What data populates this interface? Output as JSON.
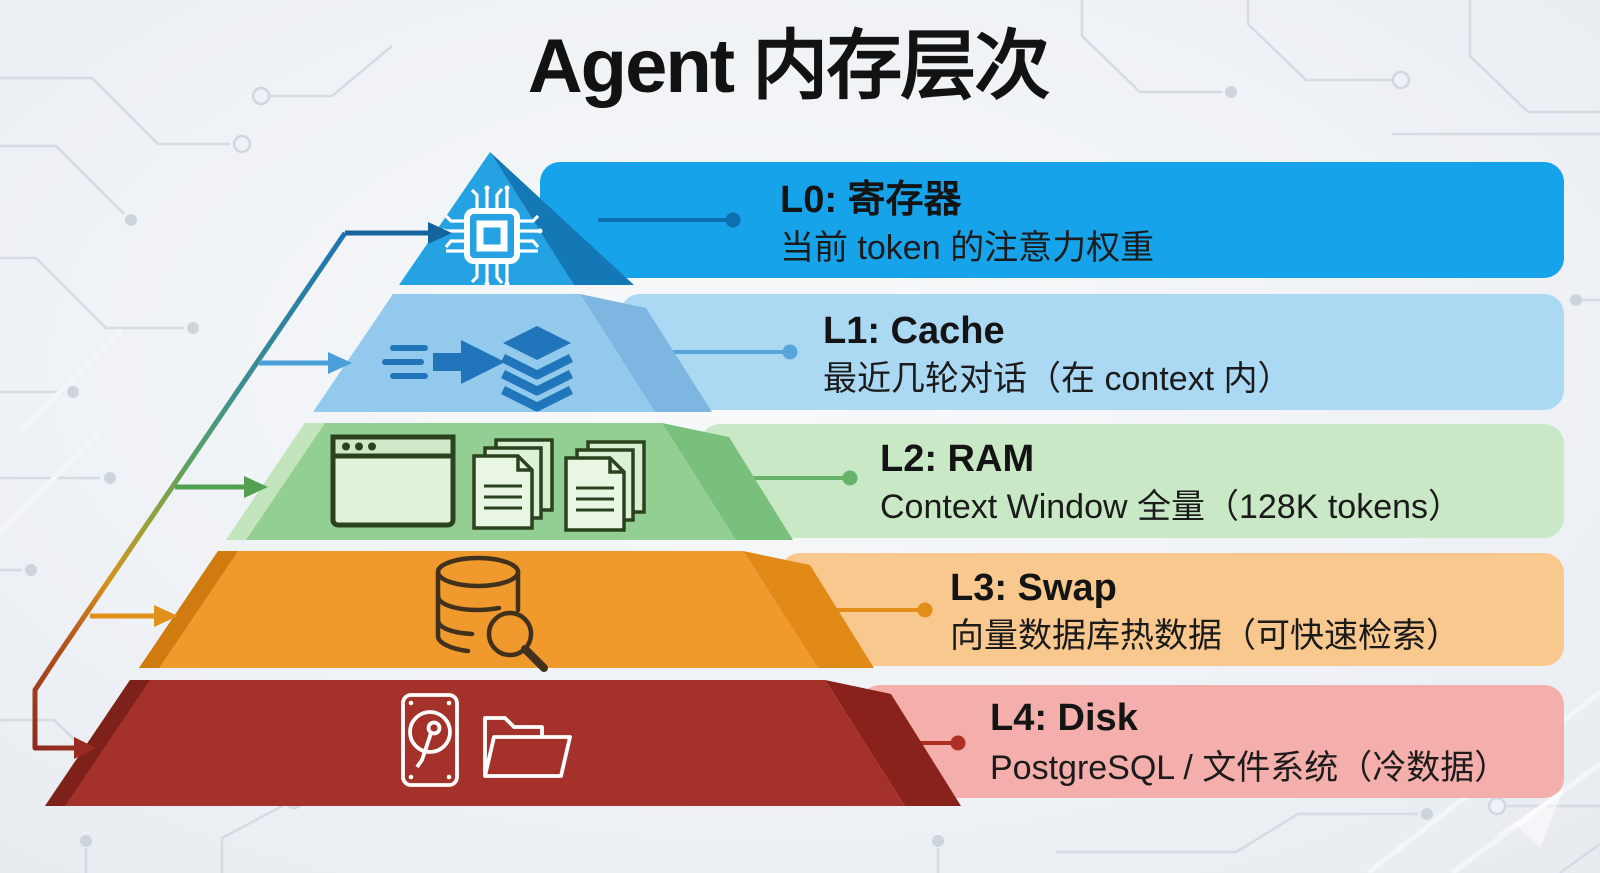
{
  "title": "Agent 内存层次",
  "levels": [
    {
      "id": "L0",
      "title": "L0: 寄存器",
      "desc": "当前 token 的注意力权重",
      "icon": "cpu-chip-icon",
      "colors": {
        "front": "#24a2e2",
        "side": "#1478b6",
        "bar": "#16a3e9",
        "connector": "#0e6eb0",
        "arrow": "#16649e"
      }
    },
    {
      "id": "L1",
      "title": "L1: Cache",
      "desc": "最近几轮对话（在 context 内）",
      "icon": "fast-arrow-stack-icon",
      "colors": {
        "front": "#93c9ed",
        "side": "#7db6e0",
        "bevel": "#64a7d6",
        "bar": "#abd8f3",
        "connector": "#57a5da",
        "arrow": "#4aa0d8"
      }
    },
    {
      "id": "L2",
      "title": "L2: RAM",
      "desc": "Context Window 全量（128K tokens）",
      "icon": "window-and-documents-icon",
      "colors": {
        "front": "#93ce93",
        "side": "#79c07d",
        "bevel": "#7cb377",
        "sliver": "#c2e5bd",
        "bar": "#c9e8c6",
        "connector": "#67b369",
        "arrow": "#53a053"
      }
    },
    {
      "id": "L3",
      "title": "L3: Swap",
      "desc": "向量数据库热数据（可快速检索）",
      "icon": "database-search-icon",
      "colors": {
        "front": "#f09a2d",
        "side": "#e18a17",
        "bevel": "#d8821c",
        "sliver": "#cf7b10",
        "bar": "#f8c88e",
        "connector": "#e18d17",
        "arrow": "#e2901c"
      }
    },
    {
      "id": "L4",
      "title": "L4: Disk",
      "desc": "PostgreSQL / 文件系统（冷数据）",
      "icon": "harddisk-and-folder-icon",
      "colors": {
        "front": "#a5322a",
        "side": "#88221b",
        "bevel": "#8e2b23",
        "sliver": "#7e211a",
        "bar": "#f4aeab",
        "connector": "#b02f24",
        "arrow": "#9a2b20"
      }
    }
  ],
  "decor": {
    "background": "#eef1f5",
    "circuit_trace": "#d4dbe3",
    "spine_gradient": [
      "#1b74b2",
      "#41918f",
      "#5ea25f",
      "#97a23a",
      "#d6931c",
      "#b4561c",
      "#8e2a20"
    ]
  }
}
